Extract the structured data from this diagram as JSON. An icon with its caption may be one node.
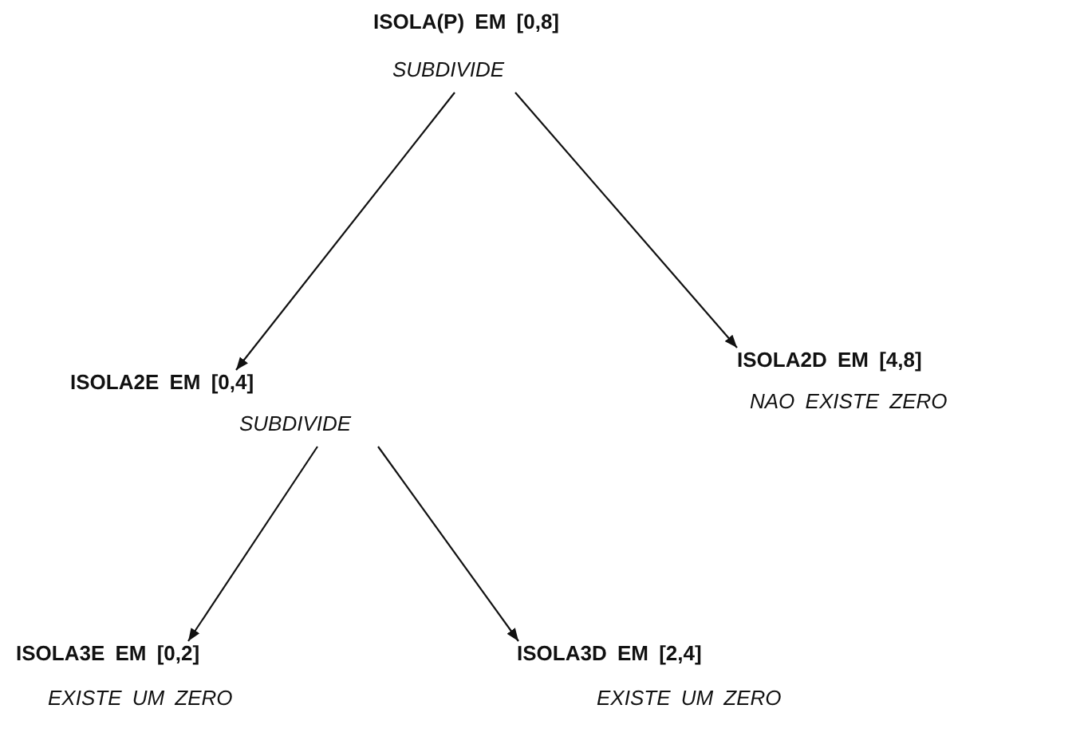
{
  "diagram": {
    "nodes": [
      {
        "text": [
          "ISOLA(P) EM [0,8]",
          "SUBDIVIDE"
        ]
      },
      {
        "text": [
          "ISOLA2E EM [0,4]",
          "SUBDIVIDE"
        ]
      },
      {
        "text": [
          "ISOLA2D EM [4,8]",
          "NAO EXISTE ZERO"
        ]
      },
      {
        "text": [
          "ISOLA3E EM [0,2]",
          "EXISTE UM ZERO"
        ]
      },
      {
        "text": [
          "ISOLA3D EM [2,4]",
          "EXISTE UM ZERO"
        ]
      }
    ],
    "edges": [
      {
        "from": 0,
        "to": 1,
        "arrow": "to"
      },
      {
        "from": 0,
        "to": 2,
        "arrow": "to"
      },
      {
        "from": 1,
        "to": 3,
        "arrow": "to"
      },
      {
        "from": 1,
        "to": 4,
        "arrow": "to"
      }
    ]
  }
}
